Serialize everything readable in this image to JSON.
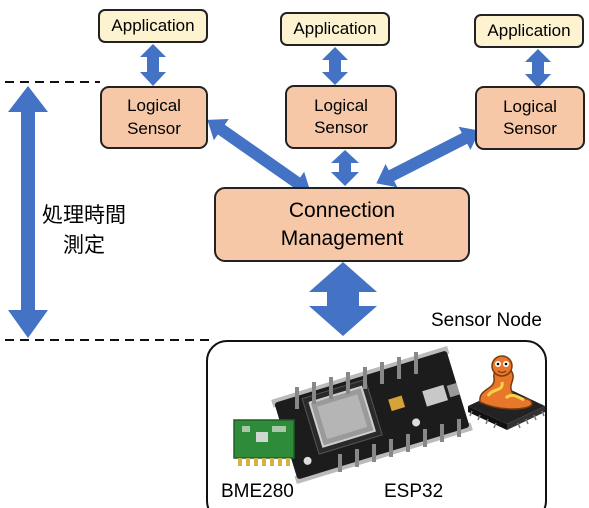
{
  "applications": [
    {
      "label": "Application"
    },
    {
      "label": "Application"
    },
    {
      "label": "Application"
    }
  ],
  "logical_sensors": [
    {
      "label": "Logical\nSensor"
    },
    {
      "label": "Logical\nSensor"
    },
    {
      "label": "Logical\nSensor"
    }
  ],
  "connection": {
    "label": "Connection\nManagement"
  },
  "measurement": {
    "label": "処理時間\n測定"
  },
  "node": {
    "title": "Sensor Node",
    "bme_label": "BME280",
    "esp_label": "ESP32"
  },
  "colors": {
    "arrow": "#4472c4",
    "application_fill": "#fdf3d0",
    "sensor_fill": "#f6c8a8"
  }
}
